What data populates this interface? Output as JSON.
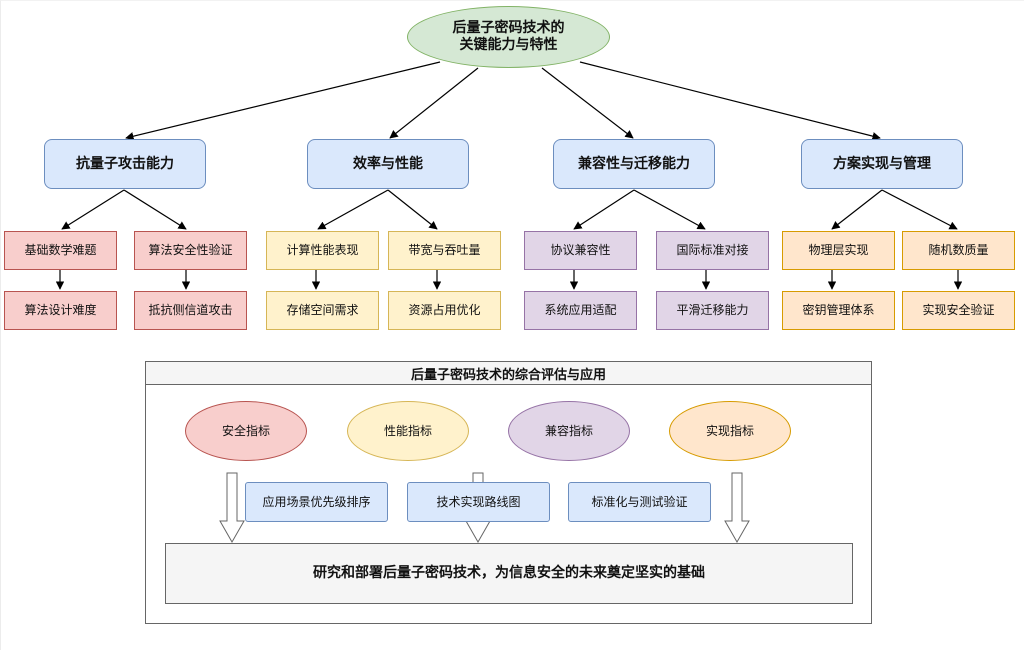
{
  "root": {
    "label": "后量子密码技术的\n关键能力与特性"
  },
  "categories": [
    {
      "label": "抗量子攻击能力",
      "leaves": [
        {
          "top": "基础数学难题",
          "bottom": "算法设计难度"
        },
        {
          "top": "算法安全性验证",
          "bottom": "抵抗侧信道攻击"
        }
      ]
    },
    {
      "label": "效率与性能",
      "leaves": [
        {
          "top": "计算性能表现",
          "bottom": "存储空间需求"
        },
        {
          "top": "带宽与吞吐量",
          "bottom": "资源占用优化"
        }
      ]
    },
    {
      "label": "兼容性与迁移能力",
      "leaves": [
        {
          "top": "协议兼容性",
          "bottom": "系统应用适配"
        },
        {
          "top": "国际标准对接",
          "bottom": "平滑迁移能力"
        }
      ]
    },
    {
      "label": "方案实现与管理",
      "leaves": [
        {
          "top": "物理层实现",
          "bottom": "密钥管理体系"
        },
        {
          "top": "随机数质量",
          "bottom": "实现安全验证"
        }
      ]
    }
  ],
  "panel": {
    "title": "后量子密码技术的综合评估与应用",
    "metrics": [
      "安全指标",
      "性能指标",
      "兼容指标",
      "实现指标"
    ],
    "steps": [
      "应用场景优先级排序",
      "技术实现路线图",
      "标准化与测试验证"
    ],
    "conclusion": "研究和部署后量子密码技术，为信息安全的未来奠定坚实的基础"
  },
  "colors": {
    "root_fill": "#d5e8d4",
    "category_fill": "#dae8fc",
    "leaf_group_fills": [
      "#f8cecc",
      "#fff2cc",
      "#e1d5e7",
      "#ffe6cc"
    ]
  }
}
